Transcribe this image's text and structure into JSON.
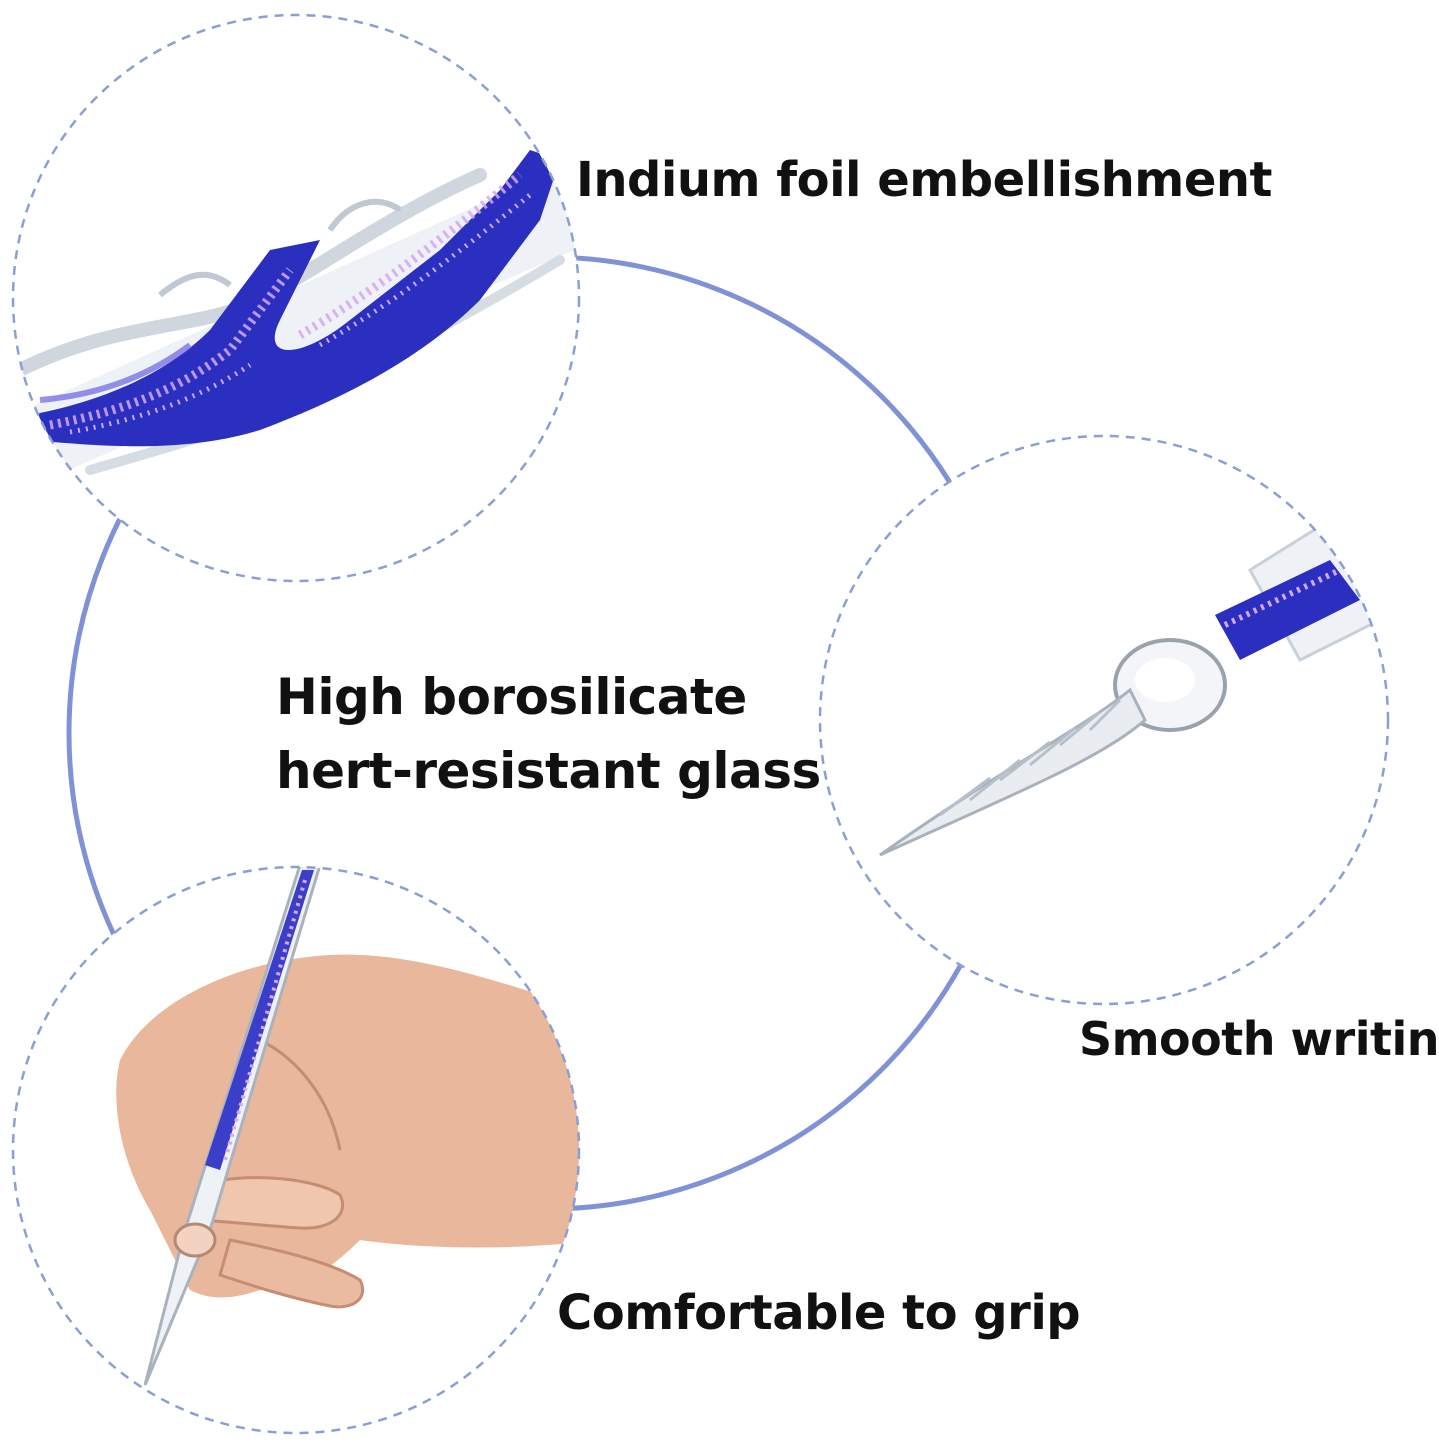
{
  "labels": {
    "indium": "Indium foil embellishment",
    "center_line1": "High borosilicate",
    "center_line2": "hert-resistant glass",
    "smooth": "Smooth writing",
    "grip": "Comfortable to grip"
  },
  "colors": {
    "big_circle": "#7f92d6",
    "dashed_circle": "#8a9fd2",
    "foil_blue": "#2b2fbf",
    "foil_pink": "#d7a7f0",
    "glass": "#e3e8ee",
    "skin": "#e8b79c",
    "text": "#111111"
  },
  "icons": {
    "detail_foil": "glass-pen-foil-detail-illustration",
    "detail_nib": "glass-pen-nib-illustration",
    "detail_hand": "hand-holding-glass-pen-illustration"
  }
}
